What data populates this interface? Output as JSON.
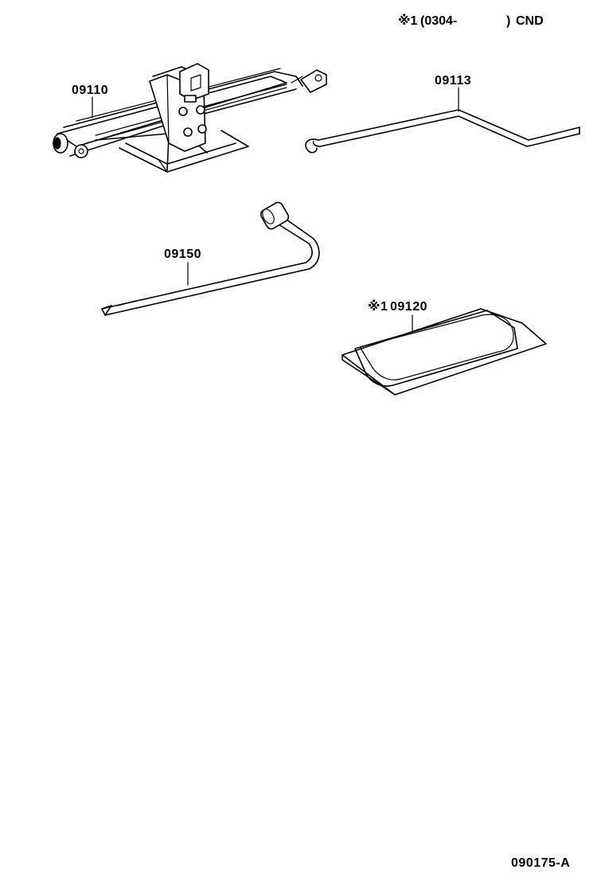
{
  "note": {
    "marker": "※1",
    "open_part": "(0304-",
    "close_part": ")",
    "region": "CND"
  },
  "parts": [
    {
      "key": "jack",
      "number": "09110",
      "marker": ""
    },
    {
      "key": "handle",
      "number": "09113",
      "marker": ""
    },
    {
      "key": "wrench",
      "number": "09150",
      "marker": ""
    },
    {
      "key": "bag",
      "number": "09120",
      "marker": "※1"
    }
  ],
  "figure_code": "090175-A",
  "colors": {
    "ink": "#000000",
    "paper": "#ffffff"
  }
}
